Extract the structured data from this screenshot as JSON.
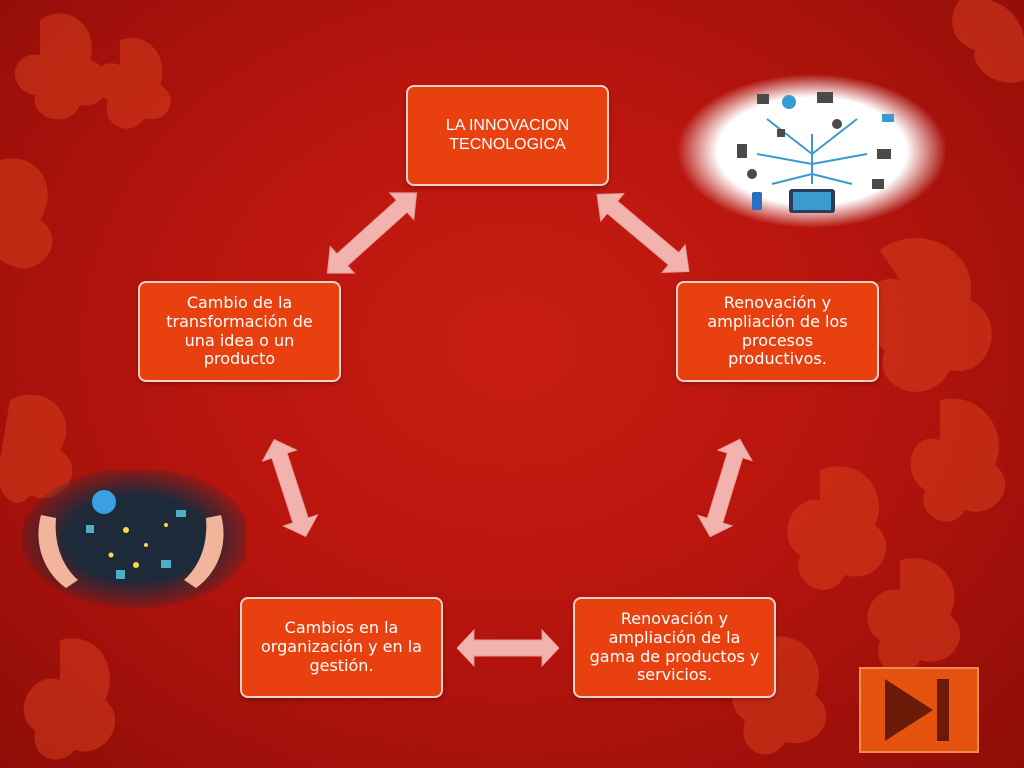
{
  "slide": {
    "background_color": "#b8150e",
    "node_color": "#e8400f",
    "arrow_color": "#f2b3ae"
  },
  "nodes": {
    "top": "LA INNOVACION TECNOLOGICA",
    "right": "Renovación y ampliación de los procesos productivos.",
    "bottom_right": "Renovación y ampliación de  la gama de productos y servicios.",
    "bottom_left": "Cambios en la organización y en la gestión.",
    "left": "Cambio de la transformación de una idea o un producto"
  },
  "images": {
    "top_right": "technology-network-illustration",
    "bottom_left": "hands-holding-technology-globe"
  },
  "navigation": {
    "next_icon": "play-next-icon"
  }
}
